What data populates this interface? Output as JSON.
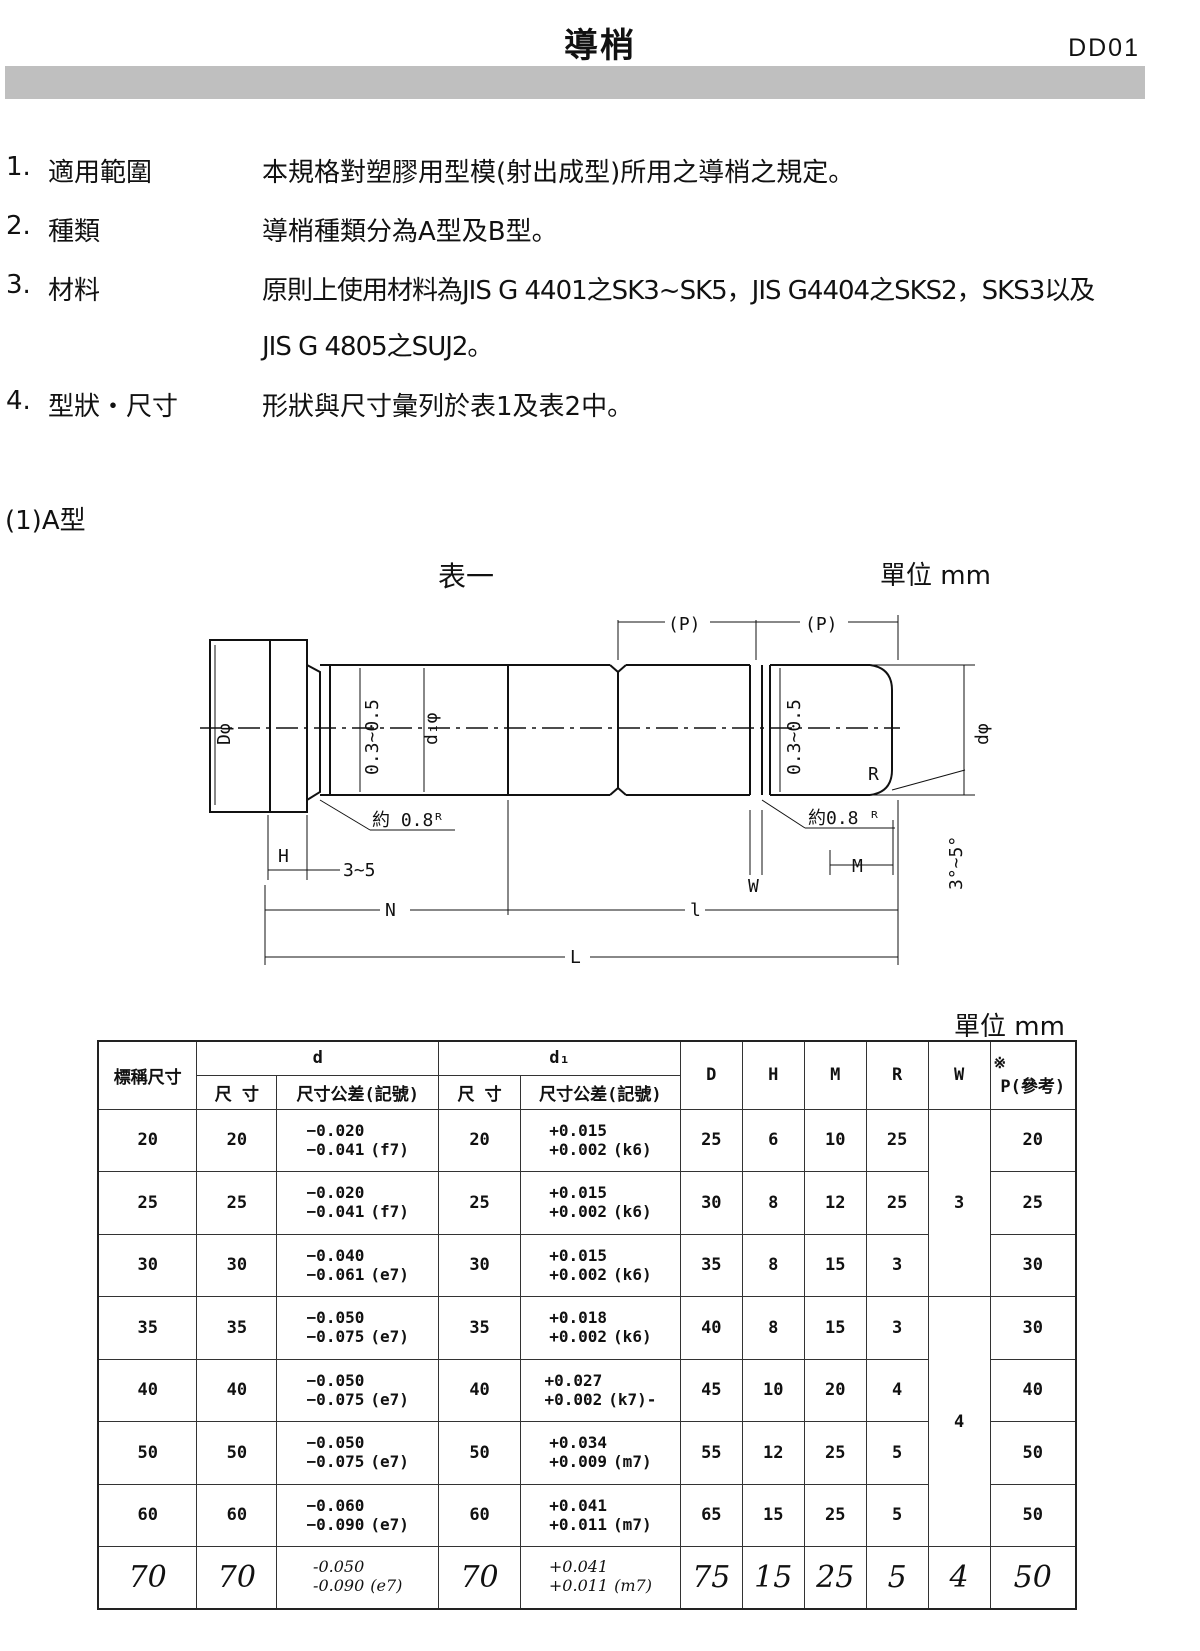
{
  "header": {
    "title": "導梢",
    "code": "DD01"
  },
  "sections": [
    {
      "num": "1.",
      "label": "適用範圍",
      "text": "本規格對塑膠用型模(射出成型)所用之導梢之規定。"
    },
    {
      "num": "2.",
      "label": "種類",
      "text": "導梢種類分為A型及B型。"
    },
    {
      "num": "3.",
      "label": "材料",
      "text": "原則上使用材料為JIS G 4401之SK3~SK5，JIS G4404之SKS2，SKS3以及",
      "text2": "JIS G 4805之SUJ2。"
    },
    {
      "num": "4.",
      "label": "型狀・尺寸",
      "text": "形狀與尺寸彙列於表1及表2中。"
    }
  ],
  "subtitle": "(1)A型",
  "figure": {
    "caption": "表一",
    "unit": "單位 mm",
    "labels": {
      "p1": "(P)",
      "p2": "(P)",
      "D": "Dφ",
      "range1": "0.3~0.5",
      "d1": "d₁φ",
      "range2": "0.3~0.5",
      "d": "dφ",
      "R": "R",
      "fillet1": "約 0.8ᴿ",
      "fillet2": "約0.8 ᴿ",
      "H": "H",
      "h35": "3~5",
      "W": "W",
      "M": "M",
      "angle": "3°~5°",
      "N": "N",
      "l": "l",
      "L": "L"
    }
  },
  "table": {
    "unit": "單位 mm",
    "headers": {
      "nominal": "標稱尺寸",
      "d": "d",
      "d1": "d₁",
      "size": "尺 寸",
      "tol": "尺寸公差(記號)",
      "D": "D",
      "H": "H",
      "M": "M",
      "R": "R",
      "W": "W",
      "mark": "※",
      "P": "P(參考)"
    },
    "rows": [
      {
        "nom": "20",
        "d": "20",
        "dtol_u": "−0.020",
        "dtol_l": "−0.041",
        "dcode": "(f7)",
        "d1": "20",
        "d1tol_u": "+0.015",
        "d1tol_l": "+0.002",
        "d1code": "(k6)",
        "D": "25",
        "H": "6",
        "M": "10",
        "R": "25",
        "P": "20"
      },
      {
        "nom": "25",
        "d": "25",
        "dtol_u": "−0.020",
        "dtol_l": "−0.041",
        "dcode": "(f7)",
        "d1": "25",
        "d1tol_u": "+0.015",
        "d1tol_l": "+0.002",
        "d1code": "(k6)",
        "D": "30",
        "H": "8",
        "M": "12",
        "R": "25",
        "P": "25"
      },
      {
        "nom": "30",
        "d": "30",
        "dtol_u": "−0.040",
        "dtol_l": "−0.061",
        "dcode": "(e7)",
        "d1": "30",
        "d1tol_u": "+0.015",
        "d1tol_l": "+0.002",
        "d1code": "(k6)",
        "D": "35",
        "H": "8",
        "M": "15",
        "R": "3",
        "P": "30"
      },
      {
        "nom": "35",
        "d": "35",
        "dtol_u": "−0.050",
        "dtol_l": "−0.075",
        "dcode": "(e7)",
        "d1": "35",
        "d1tol_u": "+0.018",
        "d1tol_l": "+0.002",
        "d1code": "(k6)",
        "D": "40",
        "H": "8",
        "M": "15",
        "R": "3",
        "P": "30"
      },
      {
        "nom": "40",
        "d": "40",
        "dtol_u": "−0.050",
        "dtol_l": "−0.075",
        "dcode": "(e7)",
        "d1": "40",
        "d1tol_u": "+0.027",
        "d1tol_l": "+0.002",
        "d1code": "(k7)-",
        "D": "45",
        "H": "10",
        "M": "20",
        "R": "4",
        "P": "40"
      },
      {
        "nom": "50",
        "d": "50",
        "dtol_u": "−0.050",
        "dtol_l": "−0.075",
        "dcode": "(e7)",
        "d1": "50",
        "d1tol_u": "+0.034",
        "d1tol_l": "+0.009",
        "d1code": "(m7)",
        "D": "55",
        "H": "12",
        "M": "25",
        "R": "5",
        "P": "50"
      },
      {
        "nom": "60",
        "d": "60",
        "dtol_u": "−0.060",
        "dtol_l": "−0.090",
        "dcode": "(e7)",
        "d1": "60",
        "d1tol_u": "+0.041",
        "d1tol_l": "+0.011",
        "d1code": "(m7)",
        "D": "65",
        "H": "15",
        "M": "25",
        "R": "5",
        "P": "50"
      },
      {
        "nom": "70",
        "d": "70",
        "dtol_u": "-0.050",
        "dtol_l": "-0.090",
        "dcode": "(e7)",
        "d1": "70",
        "d1tol_u": "+0.041",
        "d1tol_l": "+0.011",
        "d1code": "(m7)",
        "D": "75",
        "H": "15",
        "M": "25",
        "R": "5",
        "W": "4",
        "P": "50"
      }
    ],
    "w_groups": [
      "3",
      "4"
    ]
  }
}
